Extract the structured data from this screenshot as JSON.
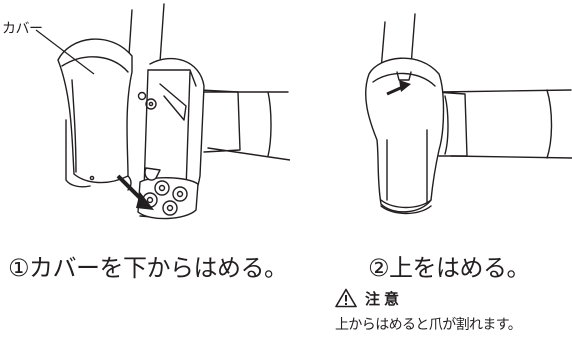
{
  "figure1": {
    "callout_label": "カバー",
    "caption": "①カバーを下からはめる。"
  },
  "figure2": {
    "caption": "②上をはめる。"
  },
  "caution": {
    "icon": "warning-triangle-icon",
    "title": "注意",
    "text": "上からはめると爪が割れます。"
  },
  "colors": {
    "line": "#231f20",
    "fill": "#ffffff"
  }
}
